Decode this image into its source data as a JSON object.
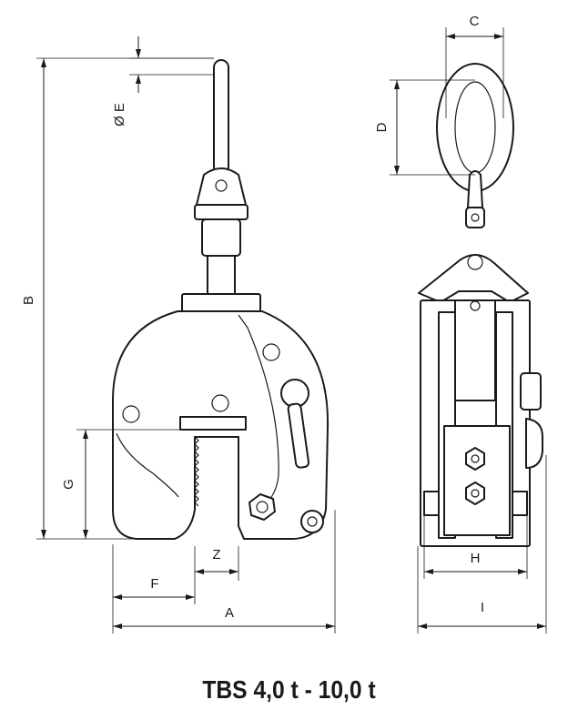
{
  "caption": "TBS 4,0 t - 10,0 t",
  "dimension_labels": {
    "A": "A",
    "B": "B",
    "C": "C",
    "D": "D",
    "E": "Ø E",
    "F": "F",
    "G": "G",
    "H": "H",
    "I": "I",
    "Z": "Z"
  }
}
